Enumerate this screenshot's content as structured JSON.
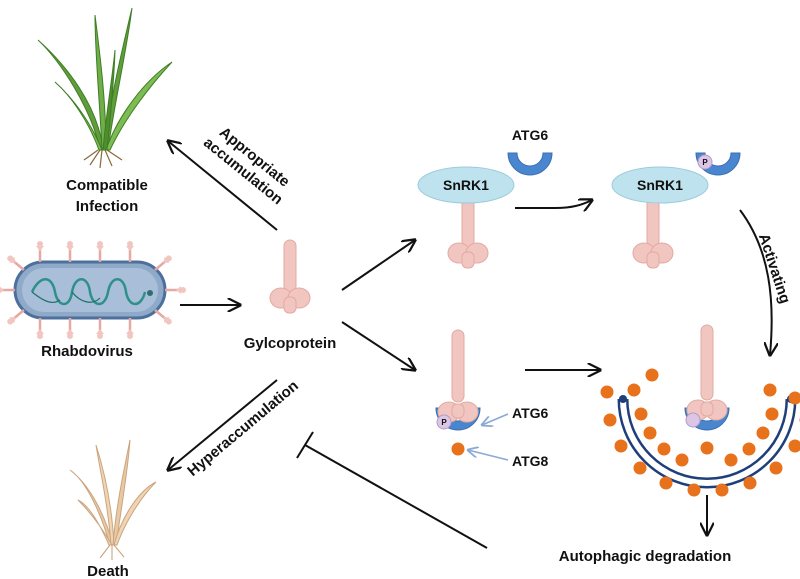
{
  "labels": {
    "compatible_infection": [
      "Compatible",
      "Infection"
    ],
    "rhabdovirus": "Rhabdovirus",
    "glycoprotein": "Gylcoprotein",
    "death": "Death",
    "appropriate_accumulation": [
      "Appropriate",
      "accumulation"
    ],
    "hyperaccumulation": "Hyperaccumulation",
    "snrk1_left": "SnRK1",
    "snrk1_right": "SnRK1",
    "atg6_top": "ATG6",
    "atg6_bottom": "ATG6",
    "atg8": "ATG8",
    "activating": "Activating",
    "autophagic_degradation": "Autophagic degradation",
    "phospho_mark": "P"
  },
  "colors": {
    "glycoprotein_fill": "#f2c6c0",
    "glycoprotein_stroke": "#e3a9a2",
    "snrk1_fill": "#bfe3ee",
    "atg6_fill": "#4a86cf",
    "atg8_fill": "#e8721c",
    "membrane_stroke": "#1f3f7a",
    "healthy_plant": "#5f9e3b",
    "dead_plant": "#e8c9a6",
    "virus_body": "#8fa9c9",
    "virus_rna": "#2f8f8a"
  }
}
